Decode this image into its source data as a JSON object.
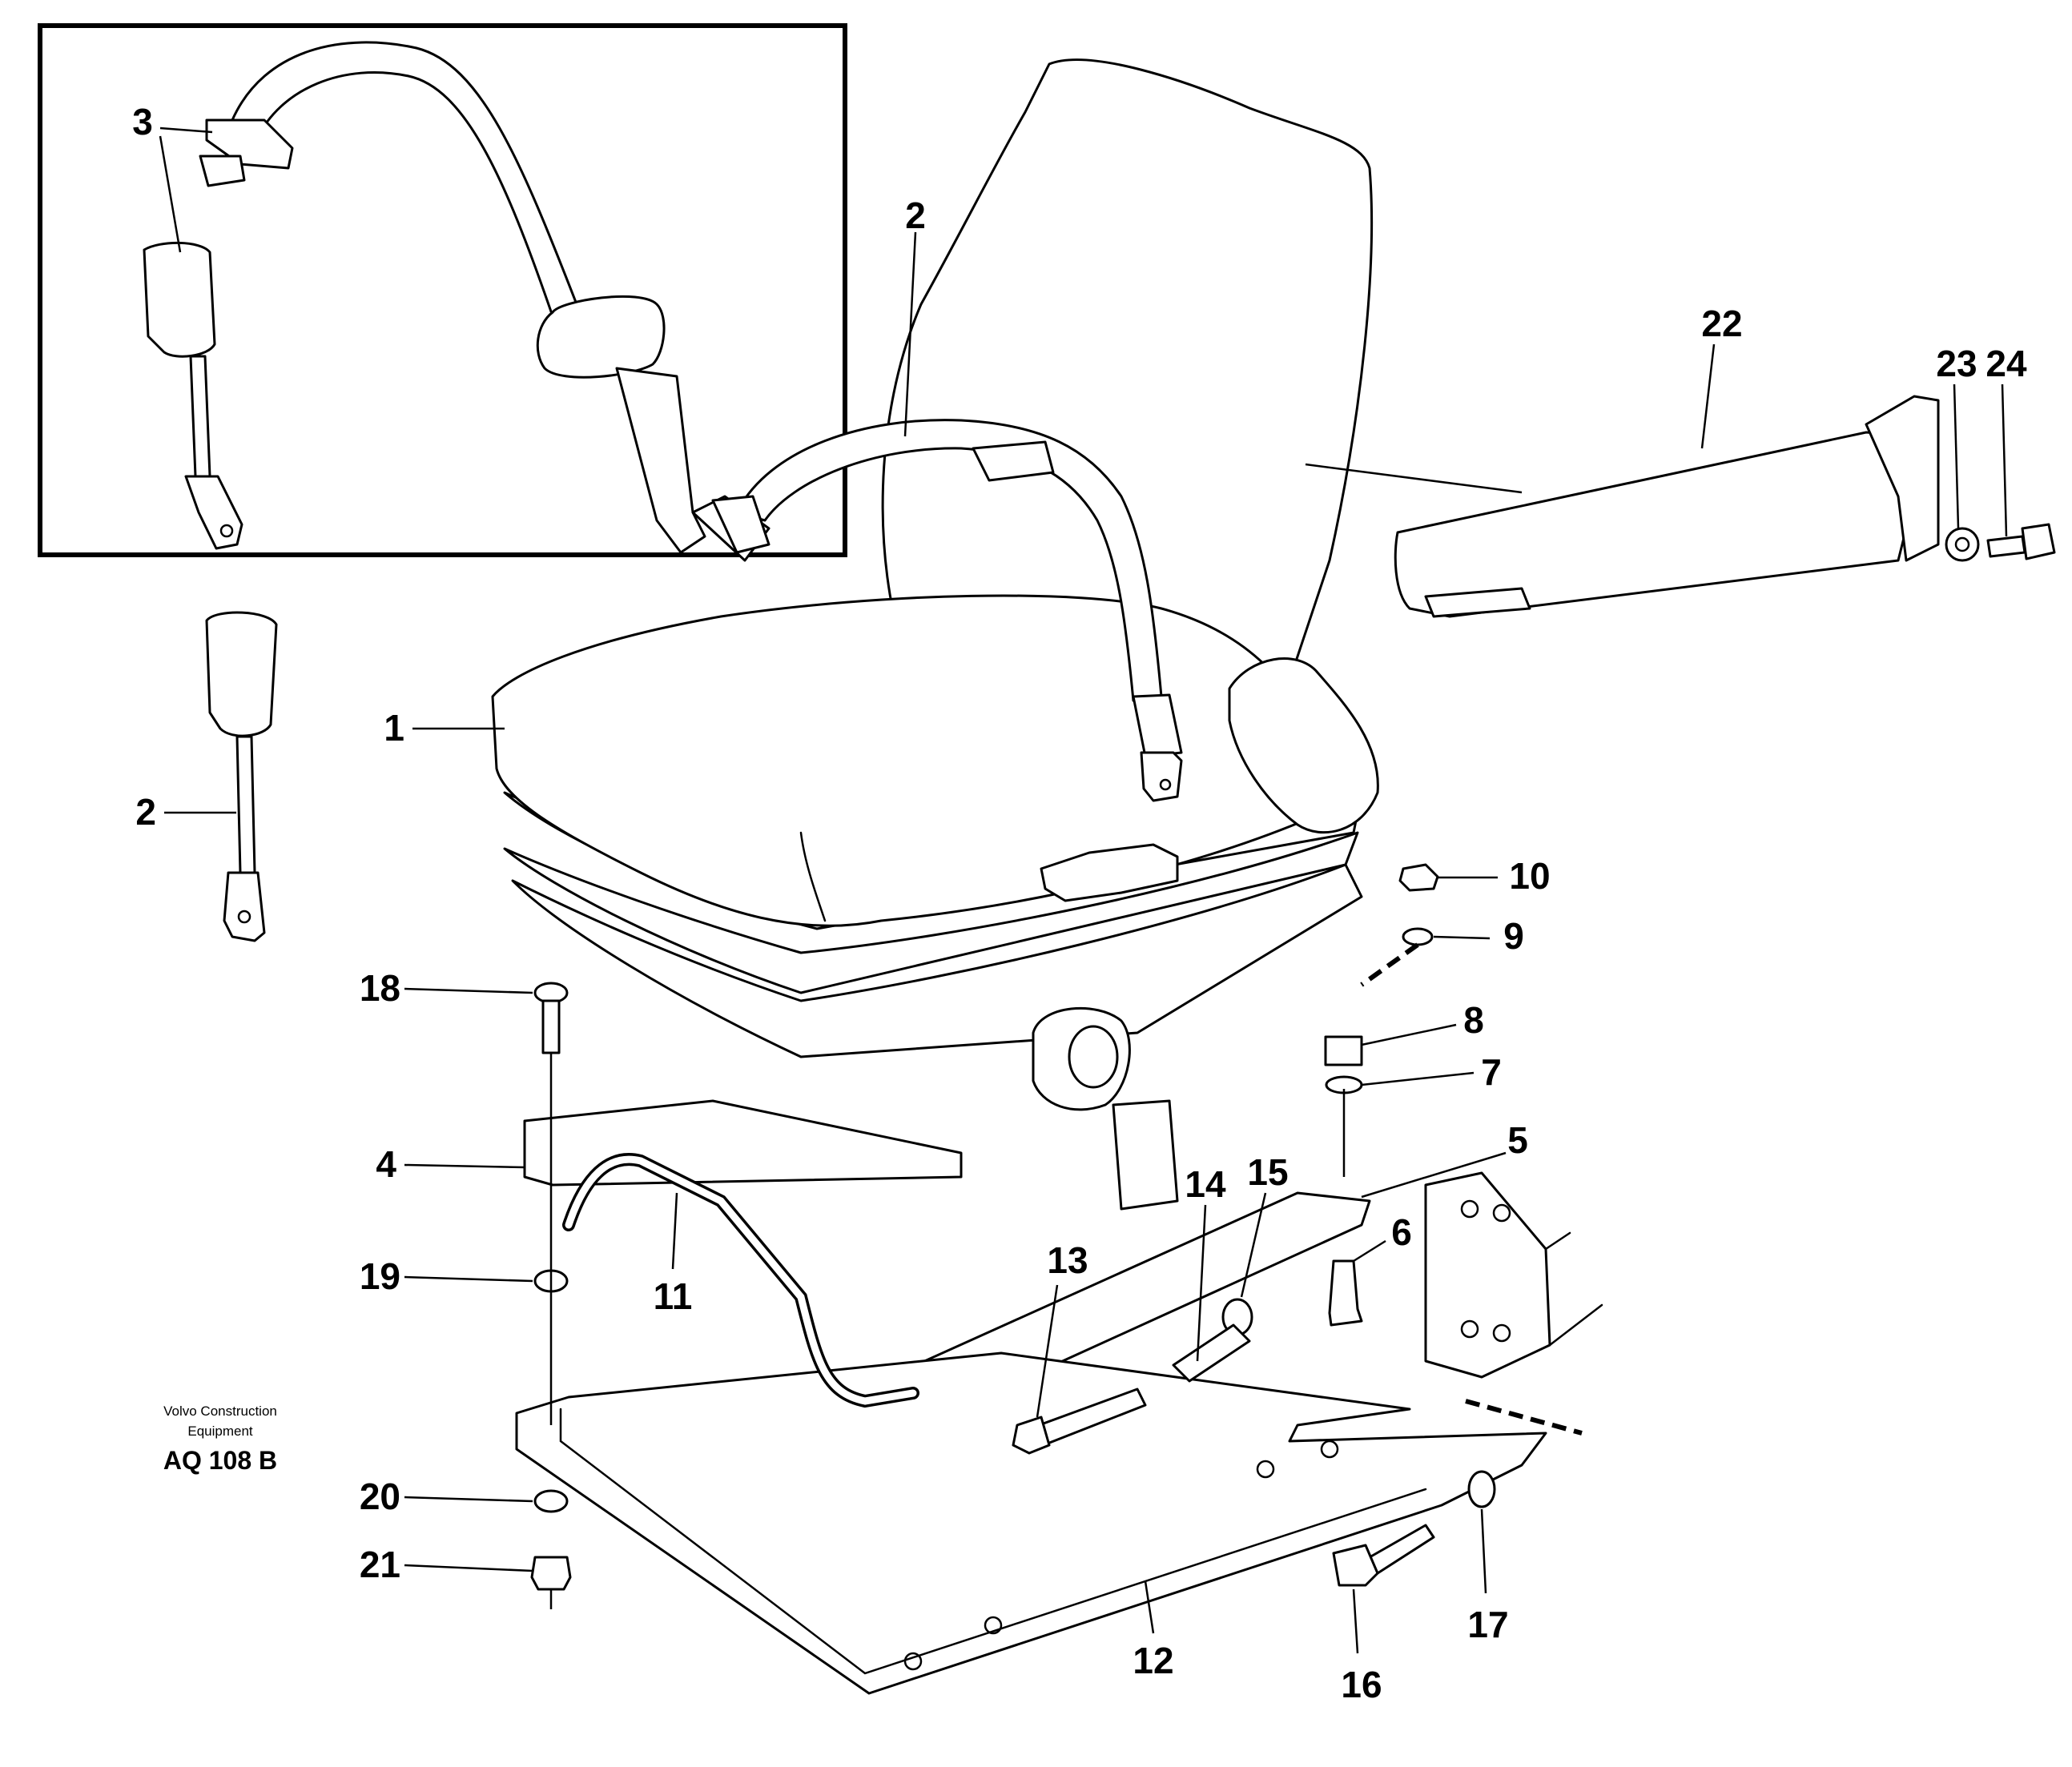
{
  "callouts": [
    {
      "id": "c1",
      "label": "1"
    },
    {
      "id": "c2a",
      "label": "2"
    },
    {
      "id": "c2b",
      "label": "2"
    },
    {
      "id": "c3",
      "label": "3"
    },
    {
      "id": "c4",
      "label": "4"
    },
    {
      "id": "c5",
      "label": "5"
    },
    {
      "id": "c6",
      "label": "6"
    },
    {
      "id": "c7",
      "label": "7"
    },
    {
      "id": "c8",
      "label": "8"
    },
    {
      "id": "c9",
      "label": "9"
    },
    {
      "id": "c10",
      "label": "10"
    },
    {
      "id": "c11",
      "label": "11"
    },
    {
      "id": "c12",
      "label": "12"
    },
    {
      "id": "c13",
      "label": "13"
    },
    {
      "id": "c14",
      "label": "14"
    },
    {
      "id": "c15",
      "label": "15"
    },
    {
      "id": "c16",
      "label": "16"
    },
    {
      "id": "c17",
      "label": "17"
    },
    {
      "id": "c18",
      "label": "18"
    },
    {
      "id": "c19",
      "label": "19"
    },
    {
      "id": "c20",
      "label": "20"
    },
    {
      "id": "c21",
      "label": "21"
    },
    {
      "id": "c22",
      "label": "22"
    },
    {
      "id": "c23",
      "label": "23"
    },
    {
      "id": "c24",
      "label": "24"
    }
  ],
  "credit": {
    "line1": "Volvo Construction",
    "line2": "Equipment",
    "reference": "AQ 108 B"
  }
}
